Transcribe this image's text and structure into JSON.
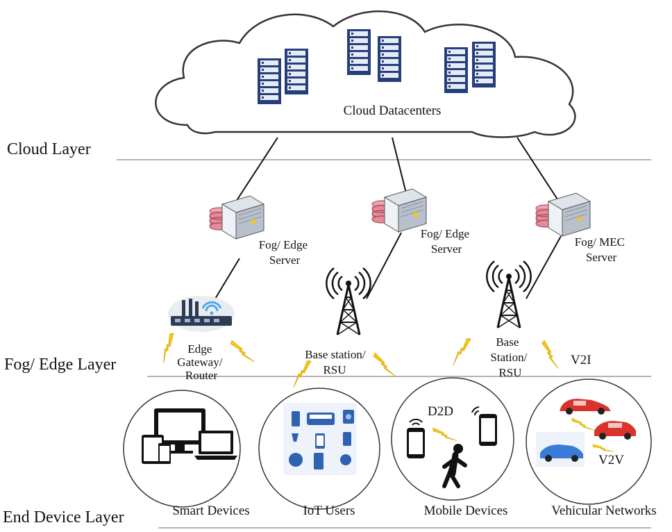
{
  "layers": {
    "cloud": "Cloud Layer",
    "fog_edge": "Fog/ Edge Layer",
    "end_device": "End Device Layer"
  },
  "cloud": {
    "label": "Cloud Datacenters"
  },
  "fog_servers": [
    {
      "lines": [
        "Fog/ Edge",
        "Server"
      ]
    },
    {
      "lines": [
        "Fog/ Edge",
        "Server"
      ]
    },
    {
      "lines": [
        "Fog/ MEC",
        "Server"
      ]
    }
  ],
  "edge_nodes": {
    "gateway": [
      "Edge",
      "Gateway/",
      "Router"
    ],
    "base_station_1": [
      "Base station/",
      "RSU"
    ],
    "base_station_2": [
      "Base",
      "Station/",
      "RSU"
    ]
  },
  "links": {
    "v2i": "V2I",
    "d2d": "D2D",
    "v2v": "V2V"
  },
  "device_groups": [
    "Smart Devices",
    "IoT Users",
    "Mobile Devices",
    "Vehicular Networks"
  ],
  "colors": {
    "line": "#111111",
    "divider": "#9a9a9a",
    "server_blue": "#263f7a",
    "database_pink": "#e48a9a",
    "lightning": "#f2c81a",
    "car_red": "#d9342b",
    "car_blue": "#3a7bd5",
    "iot_blue": "#2f62b0"
  },
  "icons": [
    "server-rack-icon",
    "database-icon",
    "edge-server-icon",
    "router-icon",
    "cell-tower-icon",
    "lightning-icon",
    "laptop-icon",
    "smartphone-icon",
    "car-icon",
    "walking-person-icon"
  ]
}
